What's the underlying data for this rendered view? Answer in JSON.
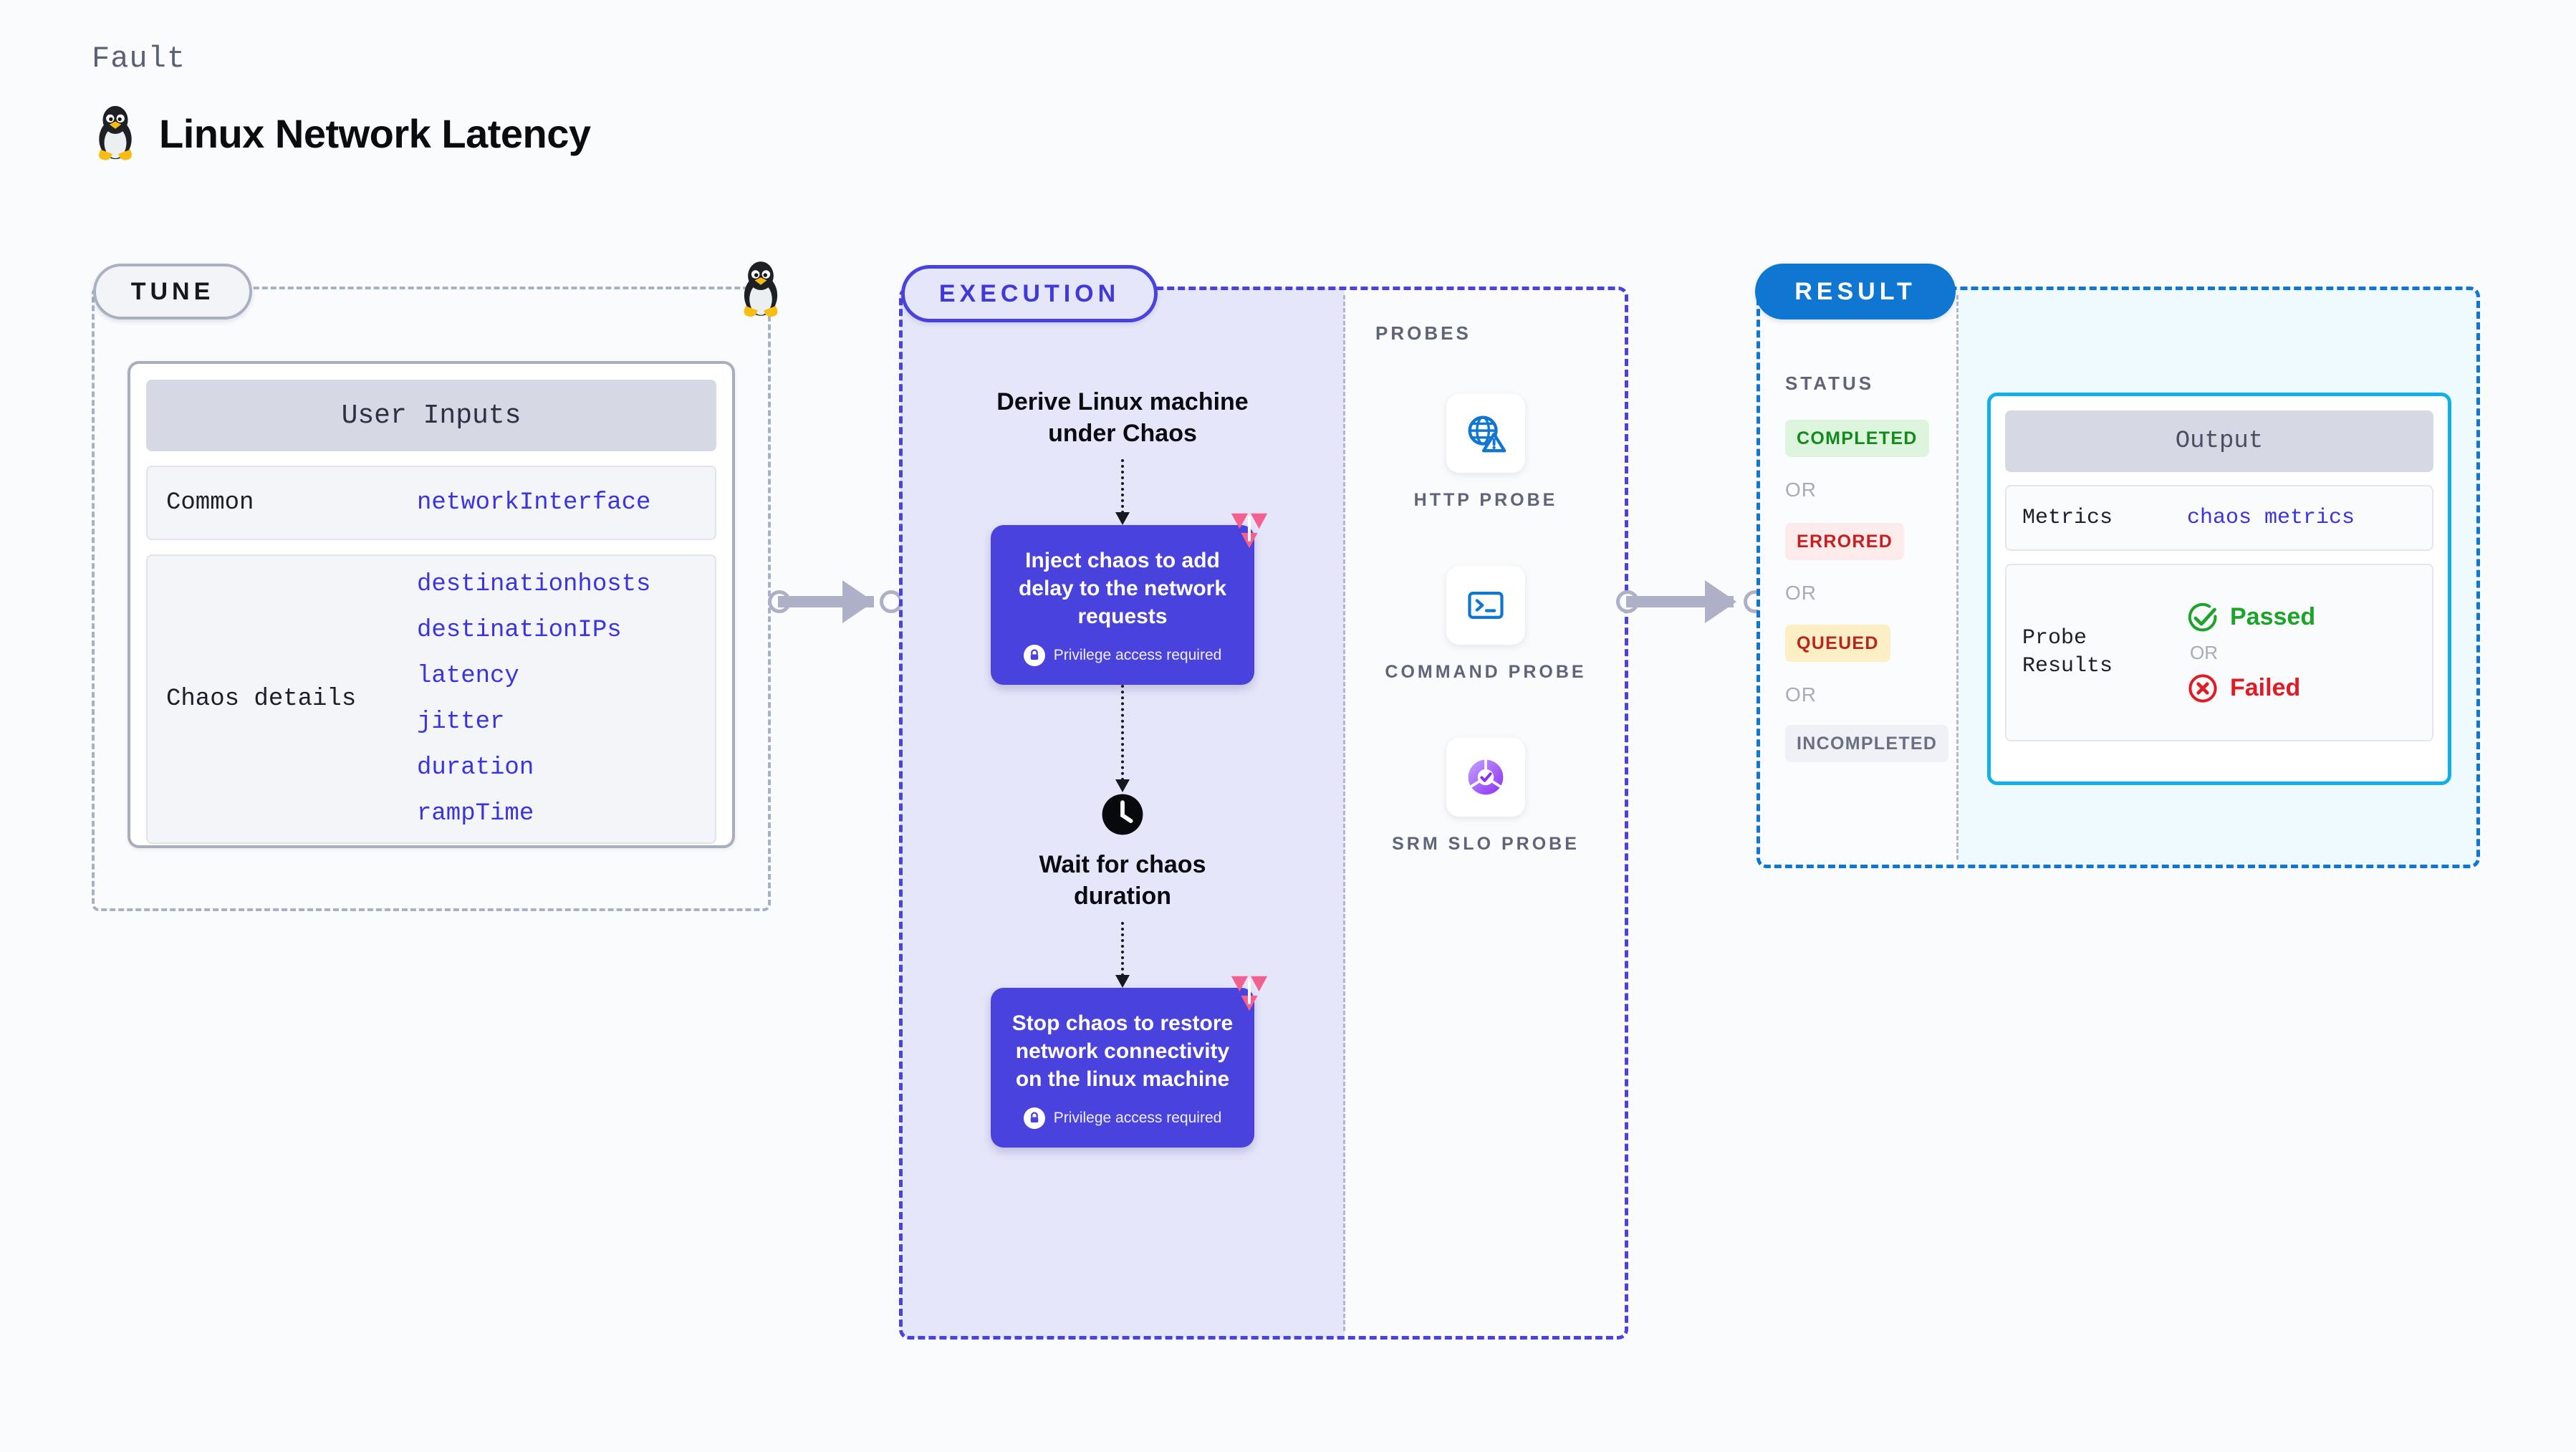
{
  "header": {
    "eyebrow": "Fault",
    "title": "Linux Network Latency",
    "icon": "tux-penguin-icon"
  },
  "tune": {
    "pill_label": "TUNE",
    "card_title": "User Inputs",
    "rows": [
      {
        "label": "Common",
        "values": [
          "networkInterface"
        ]
      },
      {
        "label": "Chaos details",
        "values": [
          "destinationhosts",
          "destinationIPs",
          "latency",
          "jitter",
          "duration",
          "rampTime"
        ]
      }
    ]
  },
  "execution": {
    "pill_label": "EXECUTION",
    "step1_title": "Derive Linux machine under Chaos",
    "step2": {
      "title": "Inject chaos to add delay to the network requests",
      "privilege": "Privilege access required"
    },
    "step3_title": "Wait for chaos duration",
    "step4": {
      "title": "Stop chaos to restore network connectivity on the linux machine",
      "privilege": "Privilege access required"
    }
  },
  "probes": {
    "section_label": "PROBES",
    "items": [
      {
        "label": "HTTP PROBE",
        "icon": "globe-warning-icon"
      },
      {
        "label": "COMMAND PROBE",
        "icon": "terminal-icon"
      },
      {
        "label": "SRM SLO PROBE",
        "icon": "slo-donut-check-icon"
      }
    ]
  },
  "result": {
    "pill_label": "RESULT",
    "status_label": "STATUS",
    "or_label": "OR",
    "statuses": [
      {
        "label": "COMPLETED",
        "color": "#138a1e",
        "bg": "#ddf5dd"
      },
      {
        "label": "ERRORED",
        "color": "#c51f1f",
        "bg": "#fdeaea"
      },
      {
        "label": "QUEUED",
        "color": "#b8261f",
        "bg": "#fcefc6"
      },
      {
        "label": "INCOMPLETED",
        "color": "#6a6f82",
        "bg": "#eff1f6"
      }
    ],
    "output": {
      "title": "Output",
      "metrics_label": "Metrics",
      "metrics_value": "chaos metrics",
      "probe_results_label": "Probe Results",
      "passed_label": "Passed",
      "failed_label": "Failed",
      "or_label": "OR"
    }
  },
  "colors": {
    "accent_purple": "#4a42dd",
    "accent_blue": "#0f76d1",
    "accent_cyan": "#12b0e8",
    "pink_logo": "#f4608f"
  }
}
